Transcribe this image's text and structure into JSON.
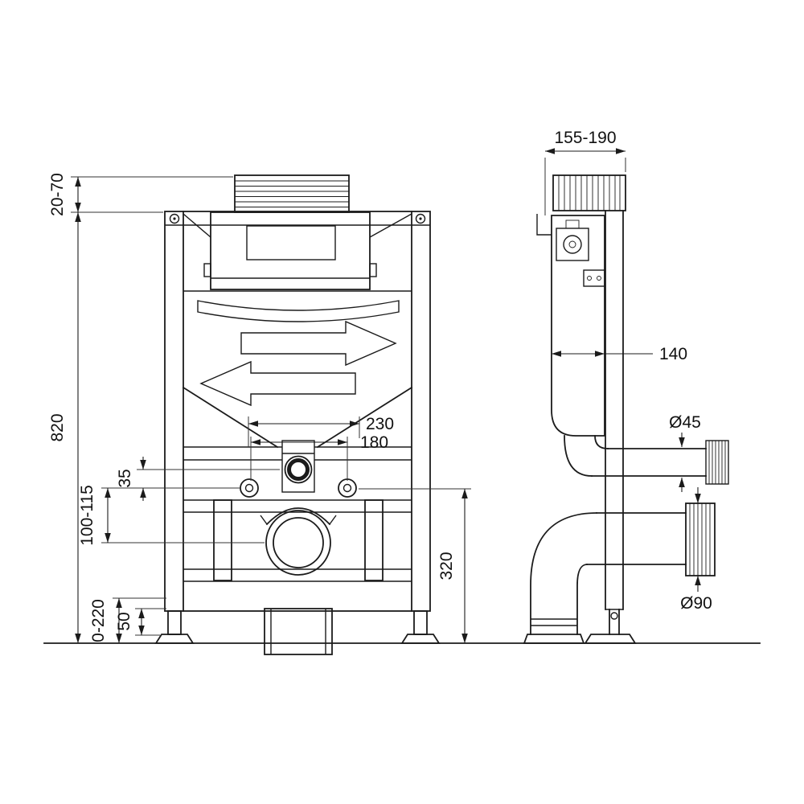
{
  "drawing": {
    "subject": "concealed-wc-frame-technical-drawing",
    "dimensions": {
      "total_height": "820",
      "top_plate_range": "20-70",
      "flush_offset": "35",
      "inlet_range": "100-115",
      "floor_adjust_range": "0-220",
      "foot_height": "50",
      "spacing_230": "230",
      "spacing_180": "180",
      "outlet_height": "320",
      "depth_range": "155-190",
      "cistern_depth": "140",
      "flush_pipe_diameter": "Ø45",
      "waste_pipe_diameter": "Ø90"
    }
  }
}
